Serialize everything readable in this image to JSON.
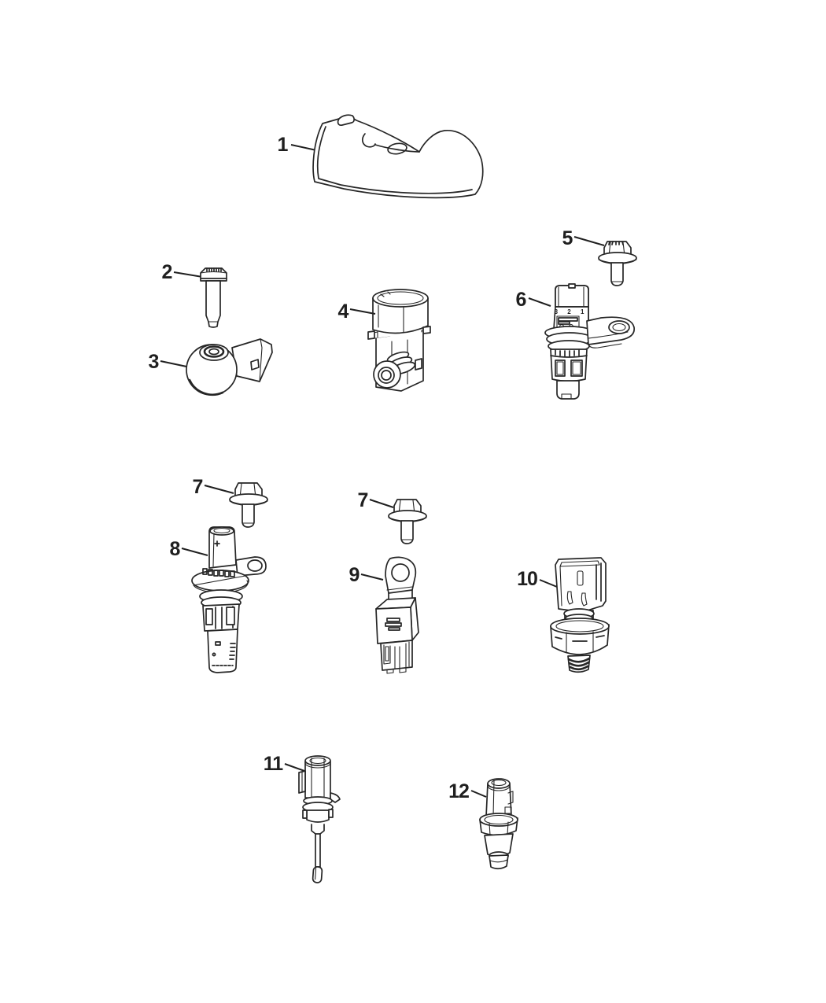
{
  "document": {
    "background": "#ffffff",
    "ink_color": "#262626",
    "kind": "engine-sensors-parts-diagram"
  },
  "callouts": {
    "c1": {
      "label": "1"
    },
    "c2": {
      "label": "2"
    },
    "c3": {
      "label": "3"
    },
    "c4": {
      "label": "4"
    },
    "c5": {
      "label": "5"
    },
    "c6": {
      "label": "6"
    },
    "c7a": {
      "label": "7"
    },
    "c7b": {
      "label": "7"
    },
    "c8": {
      "label": "8"
    },
    "c9": {
      "label": "9"
    },
    "c10": {
      "label": "10"
    },
    "c11": {
      "label": "11"
    },
    "c12": {
      "label": "12"
    }
  },
  "part6": {
    "pin_labels": "3 2 1"
  },
  "illustrations": {
    "p1": "engine-cover-shield",
    "p2": "hex-bolt",
    "p3": "knock-sensor",
    "p4": "map-sensor",
    "p5": "flanged-hex-bolt",
    "p6": "camshaft-position-sensor",
    "p7a": "flanged-hex-bolt",
    "p7b": "flanged-hex-bolt",
    "p8": "crankshaft-position-sensor",
    "p9": "speed-sensor-with-bracket",
    "p10": "oil-pressure-sensor",
    "p11": "temperature-sensor-long-probe",
    "p12": "temperature-sensor"
  }
}
